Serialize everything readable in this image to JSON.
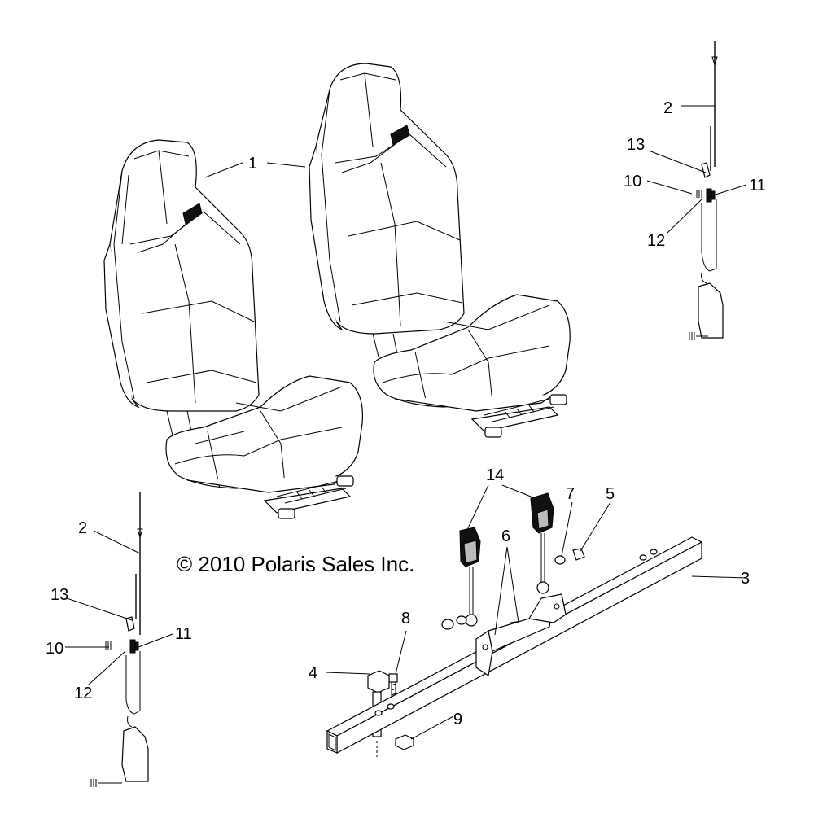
{
  "copyright": "© 2010 Polaris Sales Inc.",
  "callouts": {
    "c1": "1",
    "c2a": "2",
    "c2b": "2",
    "c3": "3",
    "c4": "4",
    "c5": "5",
    "c6": "6",
    "c7": "7",
    "c8": "8",
    "c9": "9",
    "c10a": "10",
    "c10b": "10",
    "c11a": "11",
    "c11b": "11",
    "c12a": "12",
    "c12b": "12",
    "c13a": "13",
    "c13b": "13",
    "c14": "14"
  }
}
